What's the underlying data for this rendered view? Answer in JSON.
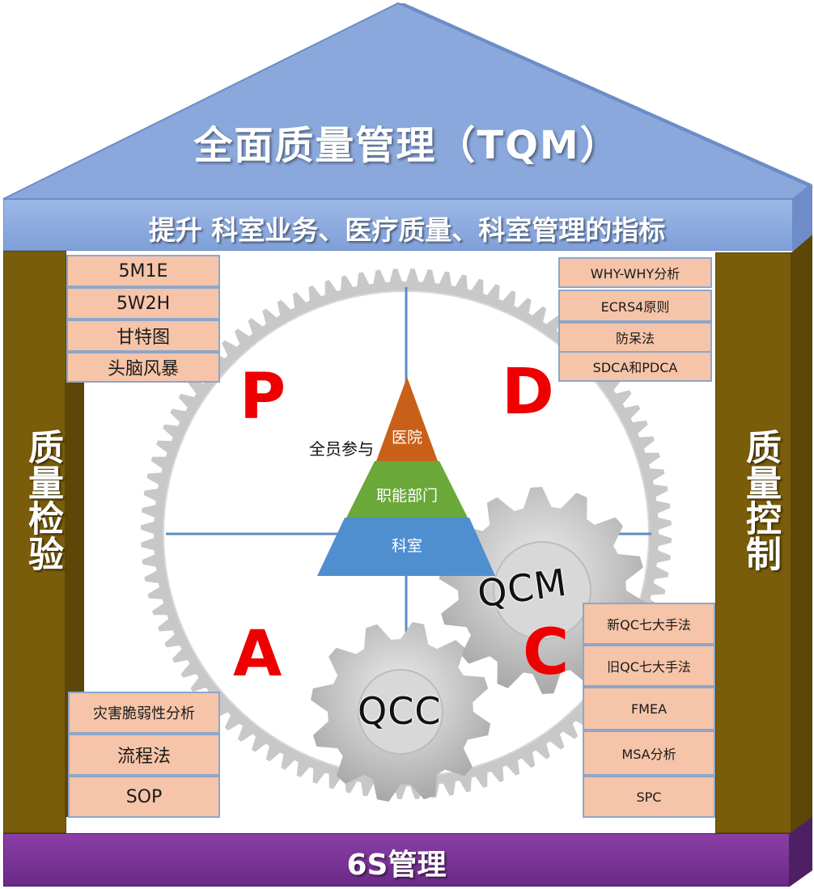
{
  "roof": {
    "title": "全面质量管理（TQM）",
    "subtitle": "提升 科室业务、医疗质量、科室管理的指标"
  },
  "pillars": {
    "left": "质量检验",
    "right": "质量控制"
  },
  "base": "6S管理",
  "pdca": {
    "p": "P",
    "d": "D",
    "a": "A",
    "c": "C"
  },
  "pyramid": {
    "side_label": "全员参与",
    "tiers": [
      "医院",
      "职能部门",
      "科室"
    ]
  },
  "gears": {
    "large": "QCM",
    "small": "QCC"
  },
  "tools": {
    "top_left": [
      "5M1E",
      "5W2H",
      "甘特图",
      "头脑风暴"
    ],
    "top_right": [
      "WHY-WHY分析",
      "ECRS4原则",
      "防呆法",
      "SDCA和PDCA"
    ],
    "bottom_left": [
      "灾害脆弱性分析",
      "流程法",
      "SOP"
    ],
    "bottom_right": [
      "新QC七大手法",
      "旧QC七大手法",
      "FMEA",
      "MSA分析",
      "SPC"
    ]
  },
  "colors": {
    "roof": "#8aa8dc",
    "pillar": "#7a5d0a",
    "base": "#7a35a0",
    "tool_box": "#f6c4a8",
    "letters": "#ee0000",
    "tier_top": "#c9601a",
    "tier_mid": "#6aa83a",
    "tier_bottom": "#4f8fd0",
    "gear": "#c8c8c8"
  }
}
